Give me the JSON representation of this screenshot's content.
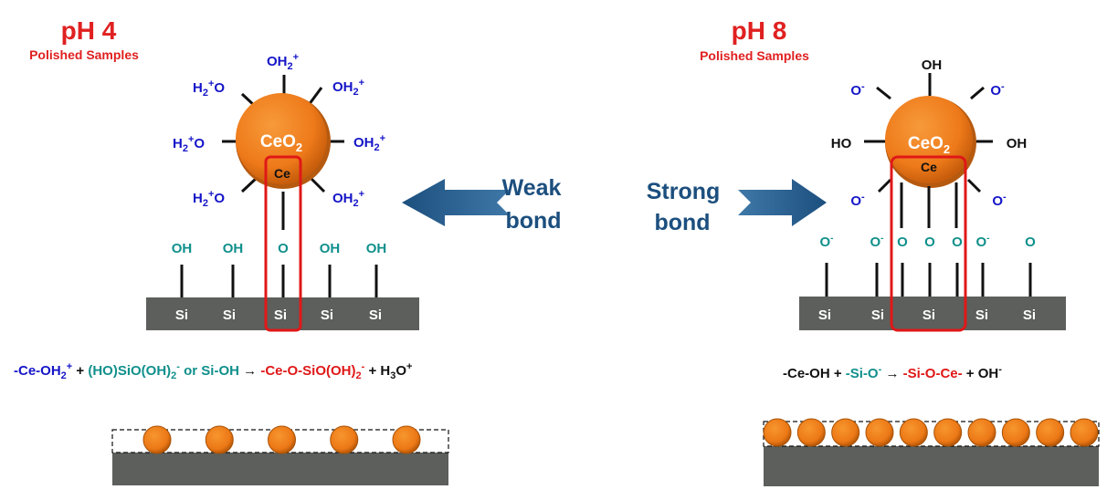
{
  "left": {
    "title": "pH 4",
    "subtitle": "Polished Samples",
    "particle": {
      "formula": "CeO",
      "sub": "2",
      "atom": "Ce"
    },
    "ligands": [
      {
        "main": "OH",
        "sub": "2",
        "sup": "+"
      },
      {
        "main": "OH",
        "sub": "2",
        "sup": "+"
      },
      {
        "main": "OH",
        "sub": "2",
        "sup": "+"
      },
      {
        "main": "OH",
        "sub": "2",
        "sup": "+"
      },
      {
        "pre": "H",
        "sub": "2",
        "sup": "+",
        "main": "O"
      },
      {
        "pre": "H",
        "sub": "2",
        "sup": "+",
        "main": "O"
      },
      {
        "pre": "H",
        "sub": "2",
        "sup": "+",
        "main": "O"
      }
    ],
    "surface_groups": [
      "OH",
      "OH",
      "O",
      "OH",
      "OH"
    ],
    "substrate": [
      "Si",
      "Si",
      "Si",
      "Si",
      "Si"
    ],
    "arrow": {
      "line1": "Weak",
      "line2": "bond"
    },
    "equation": {
      "p1": "-Ce-OH",
      "p1sub": "2",
      "p1sup": "+",
      "plus1": " + ",
      "p2": "(HO)SiO(OH)",
      "p2sub": "2",
      "p2sup": "-",
      "p2b": " or Si-OH",
      "arrow": " → ",
      "p3": "-Ce-O-SiO(OH)",
      "p3sub": "2",
      "p3sup": "-",
      "plus2": " + H",
      "p4sub": "3",
      "p4": "O",
      "p4sup": "+"
    },
    "deposit_count": 5
  },
  "right": {
    "title": "pH 8",
    "subtitle": "Polished Samples",
    "particle": {
      "formula": "CeO",
      "sub": "2",
      "atom": "Ce"
    },
    "ligands": [
      "OH",
      "HO",
      "OH",
      "O",
      "O",
      "O",
      "O"
    ],
    "ligand_sup": "-",
    "surface_groups": [
      "O",
      "O",
      "O",
      "O",
      "O",
      "O",
      "O"
    ],
    "substrate": [
      "Si",
      "Si",
      "Si",
      "Si",
      "Si"
    ],
    "arrow": {
      "line1": "Strong",
      "line2": "bond"
    },
    "equation": {
      "p1": "-Ce-OH + ",
      "p2": "-Si-O",
      "p2sup": "-",
      "arrow": " → ",
      "p3": "-Si-O-Ce-",
      "p4": " + OH",
      "p4sup": "-"
    },
    "deposit_count": 10
  },
  "colors": {
    "title_red": "#e02020",
    "ligand_blue": "#1515c8",
    "surface_teal": "#10908c",
    "highlight_red": "#e01818",
    "substrate_gray": "#5c5f5b",
    "particle_orange": "#ee7a1a",
    "arrow_blue": "#1c4f7e"
  }
}
